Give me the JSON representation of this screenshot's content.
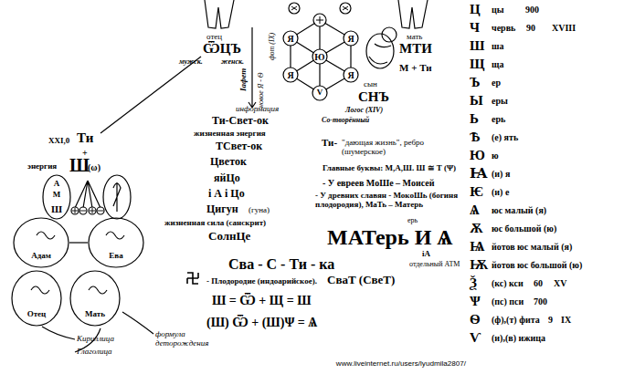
{
  "diagram": {
    "nodes": [
      {
        "text": [
          "Адам"
        ]
      },
      {
        "text": [
          "Ева"
        ]
      },
      {
        "text": [
          "Отец"
        ]
      },
      {
        "text": [
          "Мать"
        ]
      }
    ],
    "edges": [
      {
        "from": 0,
        "to": 1,
        "arrow": "none"
      }
    ],
    "labels": [
      "отец",
      "ѾЦЪ",
      "мужск.",
      "женск.",
      "Іафет",
      "новое Я - Ѳ",
      "фот (IX)",
      "Я",
      "Ю",
      "Я",
      "Я",
      "Я",
      "V",
      "сын",
      "СНЪ",
      "Логос (XIV)",
      "Со-творённый",
      "мать",
      "МТИ",
      "М + Ти",
      "информация",
      "Ти-Свет-ок",
      "жизненная энергия",
      "ТСвет-ок",
      "Цветок",
      "яйЦо",
      "і А і Цо",
      "Цигун",
      "(гуна)",
      "жизненная сила (санскрит)",
      "СолнЦе",
      "XXI,0",
      "Ти",
      "+",
      "энергия",
      "Ш",
      "(ω)",
      "Ти-",
      "\"дающая жизнь\", ребро (шумерское)",
      "Главные буквы: М,А,Ш. Ш ≅ Т (Ψ)",
      "- У евреев МоШе – Моисей",
      "- У древних славян - МокоШь (богиня плодородия), МаТь – Матерь",
      "ерь",
      "МАТерь И Ѧ",
      "іА",
      "отдельный АТМ",
      "Сва - С - Ти - ка",
      "- Плодородие (индоарийское).",
      "СваТ (СвеТ)",
      "Ш = Ѿ + Щ = Ш",
      "(Ш) Ѿ + (Ш)Ψ = Ѧ",
      "А",
      "М",
      "Ш",
      "Кириллица",
      "Глаголица",
      "формула деторождения",
      "www.liveinternet.ru/users/lyudmila2807/",
      "Ц",
      "цы",
      "900",
      "Ч",
      "червь",
      "90",
      "XVIII",
      "Ш",
      "ша",
      "Щ",
      "ща",
      "Ъ",
      "ер",
      "Ы",
      "еры",
      "Ь",
      "ерь",
      "Ѣ",
      "(е) ять",
      "Ю",
      "ю",
      "Ꙗ",
      "(и) я",
      "Ѥ",
      "(и) е",
      "Ѧ",
      "юс малый (я)",
      "Ѫ",
      "юс большой (ю)",
      "Ѩ",
      "йотов юс малый (я)",
      "Ѭ",
      "йотов юс большой (ю)",
      "Ѯ",
      "(кс) кси",
      "60",
      "XV",
      "Ѱ",
      "(пс) пси",
      "700",
      "Ѳ",
      "(ф),(т) фита",
      "9",
      "IX",
      "Ѵ",
      "(и),(в) ижица"
    ]
  }
}
